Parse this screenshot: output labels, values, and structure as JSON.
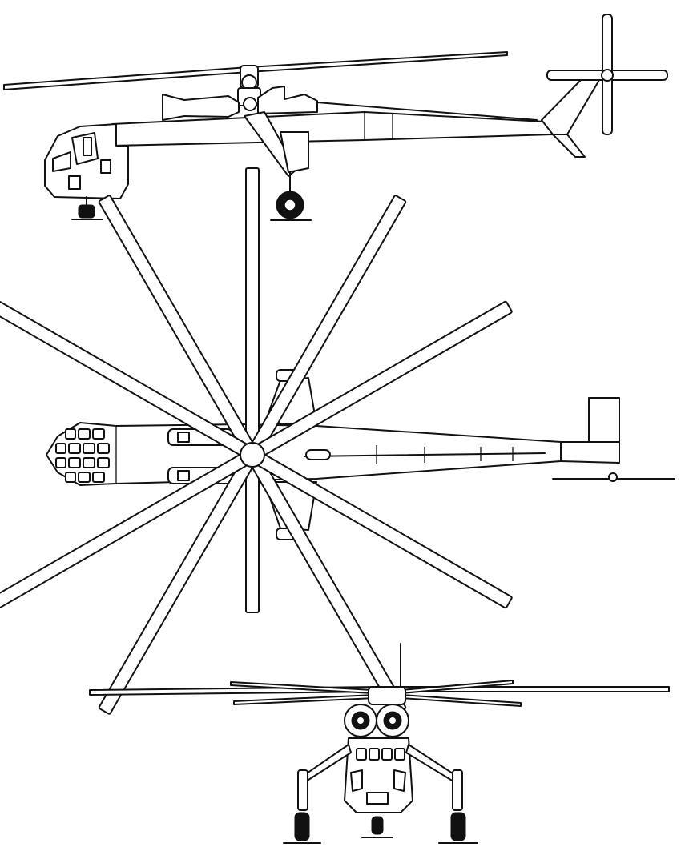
{
  "drawing": {
    "views": [
      "side-view",
      "top-view",
      "front-view"
    ],
    "line_color": "#111111",
    "background": "#ffffff"
  }
}
